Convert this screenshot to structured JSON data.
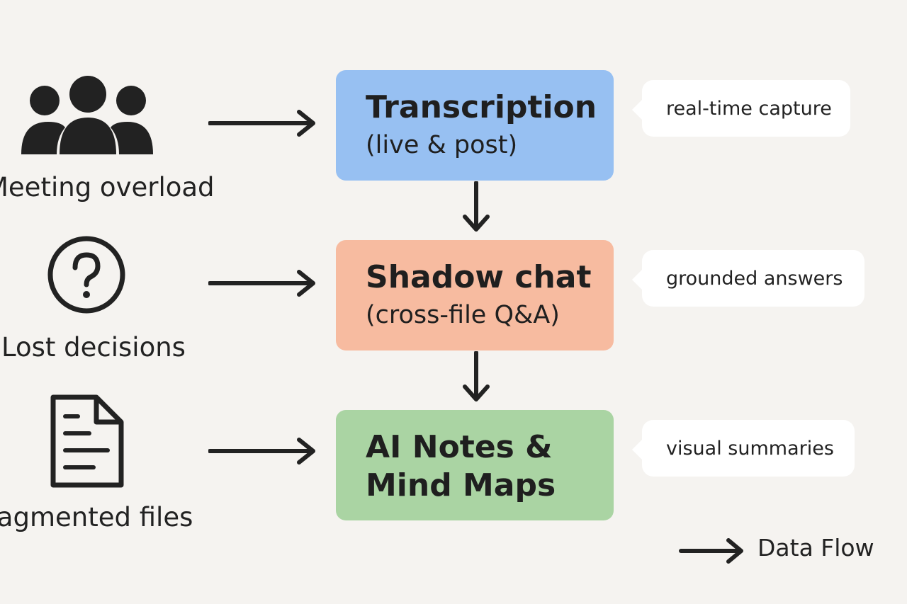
{
  "problems": [
    {
      "label": "Meeting overload",
      "icon": "people-group-icon"
    },
    {
      "label": "Lost decisions",
      "icon": "question-circle-icon"
    },
    {
      "label": "Fragmented files",
      "icon": "document-icon"
    }
  ],
  "stages": [
    {
      "title": "Transcription",
      "subtitle": "(live & post)",
      "color": "#97c0f2"
    },
    {
      "title": "Shadow chat",
      "subtitle": "(cross-file Q&A)",
      "color": "#f7bba0"
    },
    {
      "title": "AI Notes &",
      "title_line2": "Mind Maps",
      "color": "#aad4a3"
    }
  ],
  "callouts": [
    {
      "text": "real-time capture"
    },
    {
      "text": "grounded answers"
    },
    {
      "text": "visual summaries"
    }
  ],
  "legend": {
    "label": "Data Flow",
    "icon": "arrow-right-icon"
  },
  "colors": {
    "background": "#f5f3f0",
    "ink": "#222222",
    "callout_bg": "#ffffff"
  }
}
